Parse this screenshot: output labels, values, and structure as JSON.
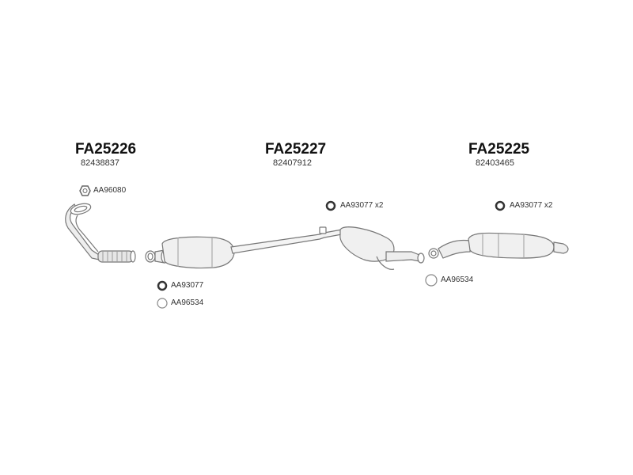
{
  "parts": [
    {
      "code": "FA25226",
      "oem": "82438837"
    },
    {
      "code": "FA25227",
      "oem": "82407912"
    },
    {
      "code": "FA25225",
      "oem": "82403465"
    }
  ],
  "accessories": {
    "front_ring": "AA96080",
    "front_clamp": "AA93077",
    "front_gasket": "AA96534",
    "mid_clamp": "AA93077 x2",
    "rear_clamp": "AA93077 x2",
    "rear_gasket": "AA96534"
  },
  "colors": {
    "line": "#777777",
    "text": "#222222"
  }
}
